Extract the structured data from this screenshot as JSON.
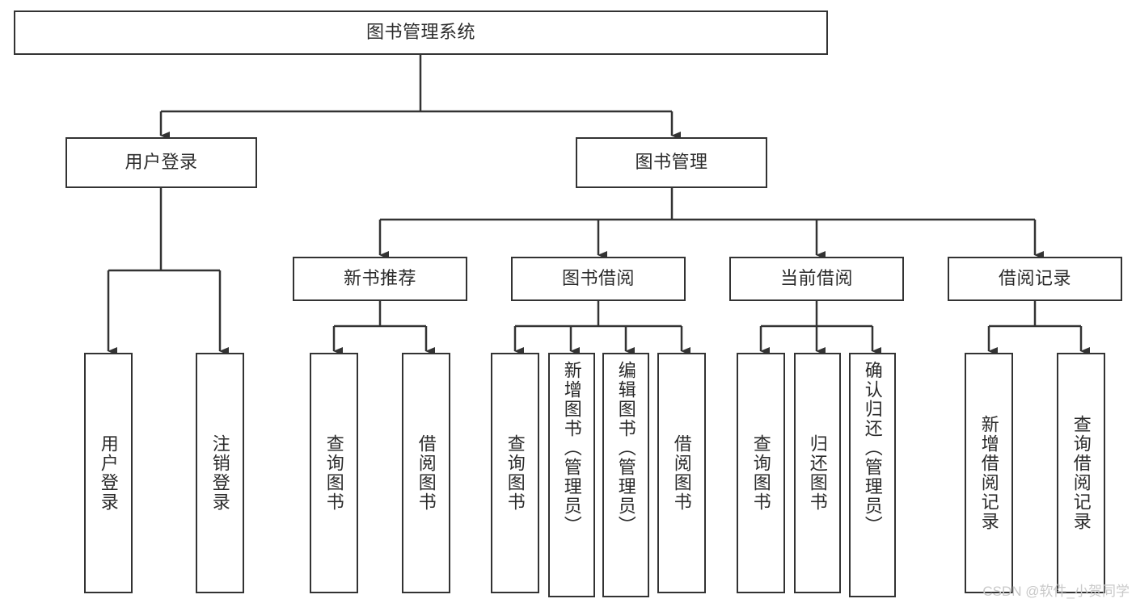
{
  "diagram": {
    "type": "tree",
    "title": "图书管理系统",
    "root": {
      "label": "图书管理系统"
    },
    "level2": [
      {
        "label": "用户登录"
      },
      {
        "label": "图书管理"
      }
    ],
    "level3": [
      {
        "label": "新书推荐"
      },
      {
        "label": "图书借阅"
      },
      {
        "label": "当前借阅"
      },
      {
        "label": "借阅记录"
      }
    ],
    "leaves": {
      "user_login": [
        {
          "label": "用户登录"
        },
        {
          "label": "注销登录"
        }
      ],
      "new_book_recommend": [
        {
          "label": "查询图书"
        },
        {
          "label": "借阅图书"
        }
      ],
      "book_borrow": [
        {
          "label": "查询图书"
        },
        {
          "label": "新增图书（管理员）"
        },
        {
          "label": "编辑图书（管理员）"
        },
        {
          "label": "借阅图书"
        }
      ],
      "current_borrow": [
        {
          "label": "查询图书"
        },
        {
          "label": "归还图书"
        },
        {
          "label": "确认归还（管理员）"
        }
      ],
      "borrow_record": [
        {
          "label": "新增借阅记录"
        },
        {
          "label": "查询借阅记录"
        }
      ]
    }
  },
  "watermark": {
    "text": "CSDN @软件_小贺同学"
  },
  "colors": {
    "stroke": "#333333",
    "text": "#2b2b2b",
    "background": "#ffffff",
    "watermark": "#c9c9c9"
  }
}
